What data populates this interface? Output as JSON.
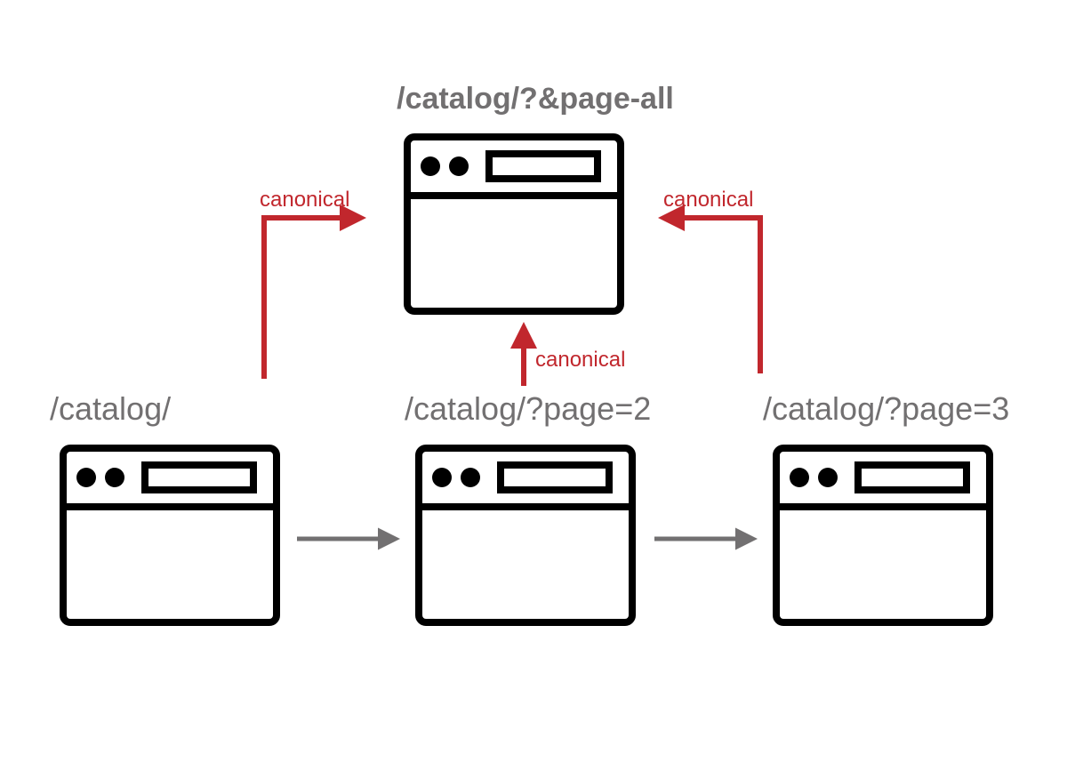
{
  "colors": {
    "canonical": "#c1272d",
    "label": "#727071",
    "link": "#727071",
    "window": "#000000",
    "background": "#ffffff"
  },
  "nodes": {
    "page_all": {
      "label": "/catalog/?&page-all"
    },
    "catalog": {
      "label": "/catalog/"
    },
    "page2": {
      "label": "/catalog/?page=2"
    },
    "page3": {
      "label": "/catalog/?page=3"
    }
  },
  "edges": {
    "catalog_to_all": {
      "label": "canonical"
    },
    "page2_to_all": {
      "label": "canonical"
    },
    "page3_to_all": {
      "label": "canonical"
    }
  }
}
